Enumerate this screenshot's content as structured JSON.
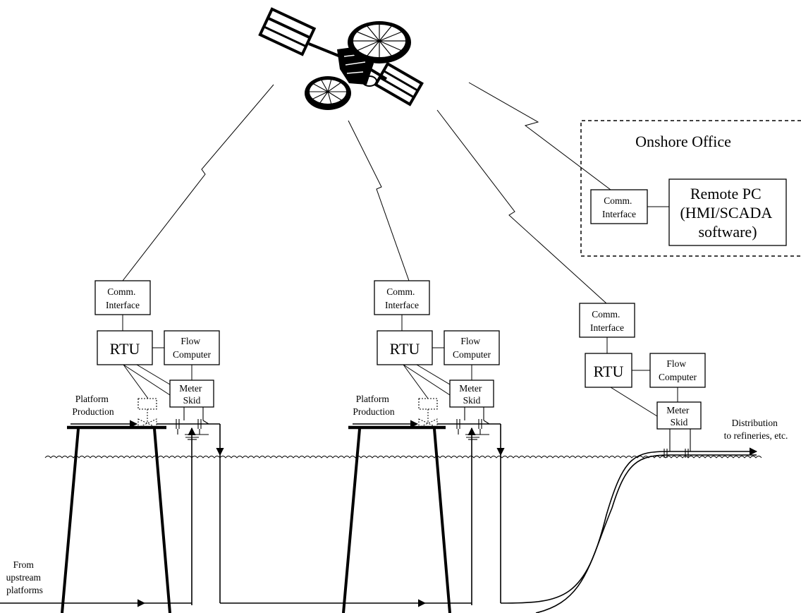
{
  "satellite": {
    "icon": "satellite-icon"
  },
  "onshore_office": {
    "title": "Onshore Office",
    "comm_interface": [
      "Comm.",
      "Interface"
    ],
    "remote_pc": [
      "Remote PC",
      "(HMI/SCADA",
      "software)"
    ]
  },
  "platform_1": {
    "comm_interface": [
      "Comm.",
      "Interface"
    ],
    "rtu": "RTU",
    "flow_computer": [
      "Flow",
      "Computer"
    ],
    "meter_skid": [
      "Meter",
      "Skid"
    ],
    "production": [
      "Platform",
      "Production"
    ]
  },
  "platform_2": {
    "comm_interface": [
      "Comm.",
      "Interface"
    ],
    "rtu": "RTU",
    "flow_computer": [
      "Flow",
      "Computer"
    ],
    "meter_skid": [
      "Meter",
      "Skid"
    ],
    "production": [
      "Platform",
      "Production"
    ]
  },
  "shore_station": {
    "comm_interface": [
      "Comm.",
      "Interface"
    ],
    "rtu": "RTU",
    "flow_computer": [
      "Flow",
      "Computer"
    ],
    "meter_skid": [
      "Meter",
      "Skid"
    ]
  },
  "from_upstream": [
    "From",
    "upstream",
    "platforms"
  ],
  "distribution": [
    "Distribution",
    "to refineries, etc."
  ]
}
